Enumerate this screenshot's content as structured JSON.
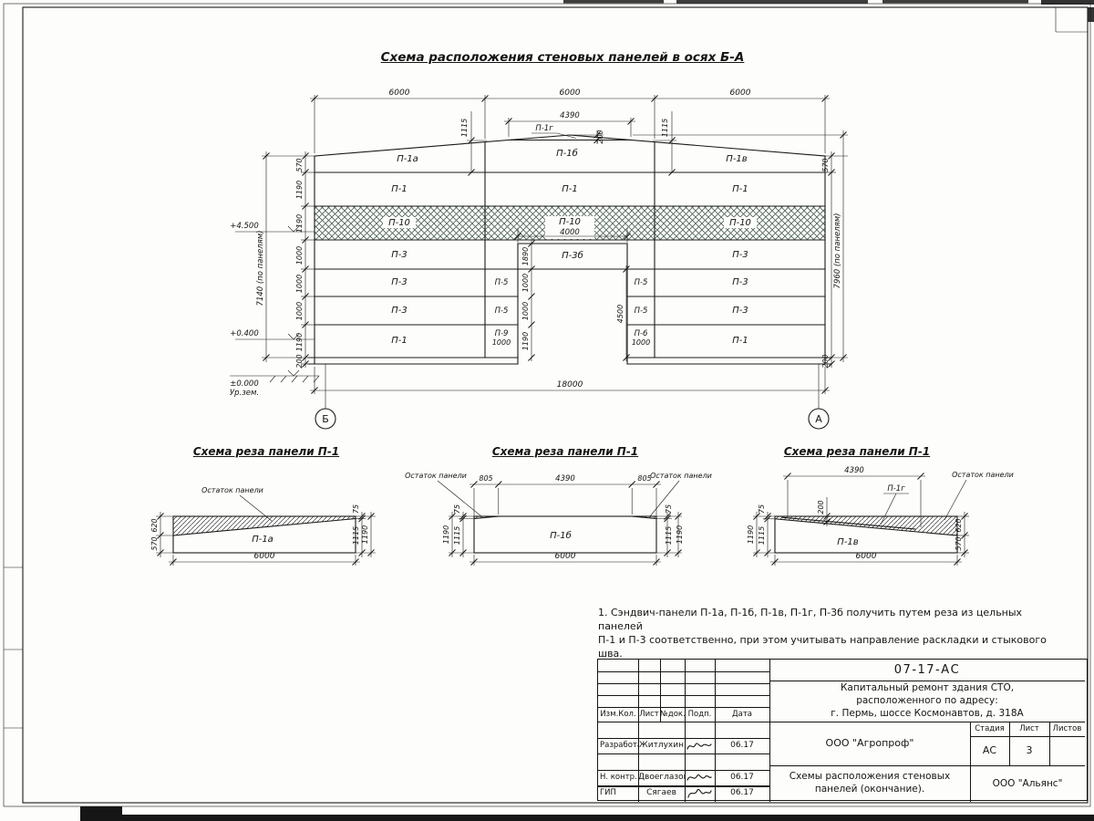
{
  "sheet_title": "Схема расположения стеновых панелей в осях Б-А",
  "main": {
    "axes": [
      "Б",
      "А"
    ],
    "span_dims": [
      "6000",
      "6000",
      "6000"
    ],
    "dim_total_width": "18000",
    "dim_ridge_width": "4390",
    "dim_ridge_height": "200",
    "dim_eave_left": "1115",
    "dim_eave_right": "1115",
    "ridge_label": "П-1г",
    "gable": [
      "П-1а",
      "П-1б",
      "П-1в"
    ],
    "row_p1": [
      "П-1",
      "П-1",
      "П-1"
    ],
    "row_p10": [
      "П-10",
      "П-10",
      "П-10"
    ],
    "dim_opening_width": "4000",
    "row_p3": [
      "П-3",
      "П-3б",
      "П-3"
    ],
    "row_mid1": [
      "П-3",
      "П-5",
      "П-5",
      "П-3"
    ],
    "row_mid2": [
      "П-3",
      "П-5",
      "П-5",
      "П-3"
    ],
    "row_bottom": [
      "П-1",
      "П-9",
      "П-6",
      "П-1"
    ],
    "strip_widths": [
      "1000",
      "1000"
    ],
    "door_chain": [
      "1890",
      "1000",
      "1000",
      "1190"
    ],
    "dim_door_height": "4500",
    "left_chain": [
      "570",
      "1190",
      "1190",
      "1000",
      "1000",
      "1000",
      "1190",
      "200"
    ],
    "left_total": "7140 (по панелям)",
    "right_top": "570",
    "right_total": "7960 (по панелям)",
    "right_bottom": "200",
    "levels": [
      "+4.500",
      "+0.400",
      "±0.000"
    ],
    "ground_label": "Ур.зем."
  },
  "details": [
    {
      "title": "Схема реза панели П-1",
      "panel": "П-1а",
      "remainder": "Остаток панели",
      "dim_width": "6000",
      "dim_left_top": "620",
      "dim_left_bottom": "570",
      "dim_right_top": "75",
      "dim_right_mid": "1115",
      "dim_right_total": "1190"
    },
    {
      "title": "Схема реза панели П-1",
      "panel": "П-1б",
      "remainder_left": "Остаток панели",
      "remainder_right": "Остаток панели",
      "dim_width": "6000",
      "dim_top": [
        "805",
        "4390",
        "805"
      ],
      "dim_side": [
        "75",
        "1115",
        "1190"
      ]
    },
    {
      "title": "Схема реза панели П-1",
      "panel": "П-1в",
      "piece": "П-1г",
      "remainder": "Остаток панели",
      "dim_width": "6000",
      "dim_top": "4390",
      "dim_piece": "200",
      "dim_left": [
        "75",
        "1115",
        "1190"
      ],
      "dim_right_top": "620",
      "dim_right_bottom": "570"
    }
  ],
  "note": {
    "line1": "1. Сэндвич-панели П-1а, П-1б, П-1в, П-1г, П-3б получить путем реза из цельных панелей",
    "line2": "П-1 и П-3 соответственно, при этом учитывать направление раскладки и стыкового шва."
  },
  "titleblock": {
    "doc_number": "07-17-АС",
    "project": [
      "Капитальный ремонт здания СТО,",
      "расположенного по адресу:",
      "г. Пермь, шоссе Космонавтов, д. 318А"
    ],
    "columns": {
      "izm": "Изм.Кол.",
      "list": "Лист",
      "doc": "№док.",
      "sign": "Подп.",
      "date": "Дата"
    },
    "rows": [
      {
        "role": "Разработал",
        "name": "Житлухин",
        "date": "06.17"
      },
      {
        "role": "Н. контр.",
        "name": "Двоеглазов",
        "date": "06.17"
      },
      {
        "role": "ГИП",
        "name": "Сягаев",
        "date": "06.17"
      }
    ],
    "org": "ООО \"Агропроф\"",
    "stage_label": "Стадия",
    "sheet_label": "Лист",
    "sheets_label": "Листов",
    "stage": "АС",
    "sheet_number": "3",
    "doc_title": [
      "Схемы расположения стеновых",
      "панелей (окончание)."
    ],
    "org2": "ООО \"Альянс\""
  }
}
